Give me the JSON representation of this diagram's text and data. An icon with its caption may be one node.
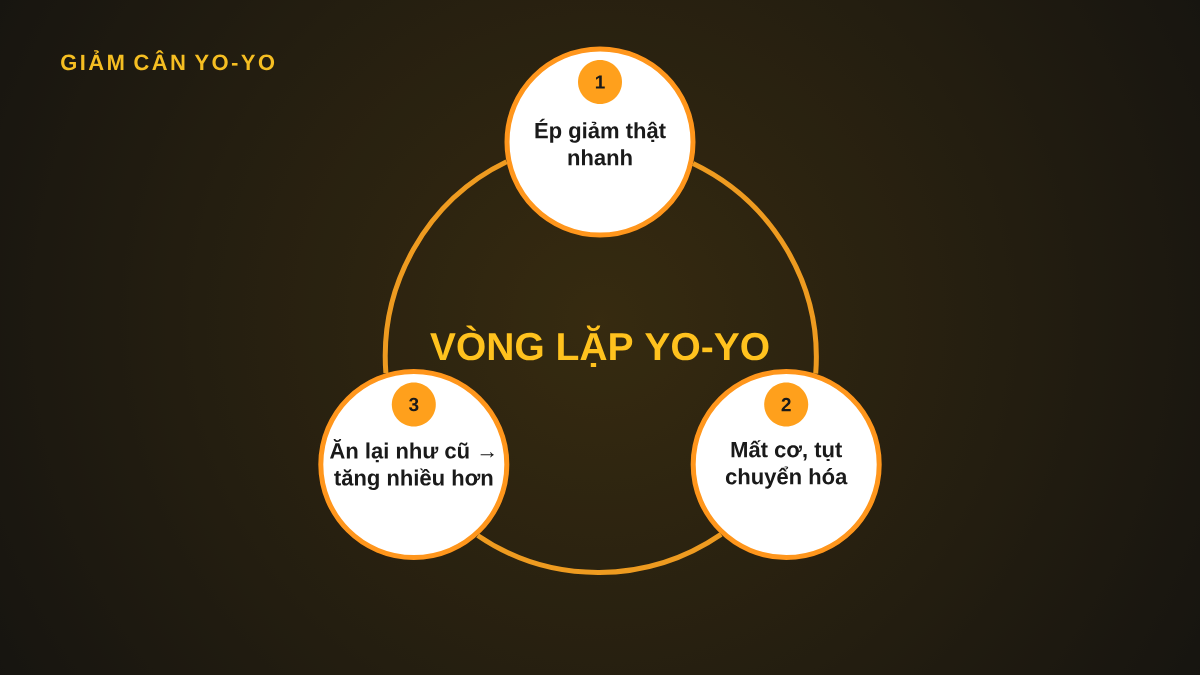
{
  "diagram": {
    "title": "GIẢM CÂN YO-YO",
    "nodes": [
      {
        "text": [
          "Ép giảm thật nhanh"
        ]
      },
      {
        "text": [
          "1"
        ],
        "in": 0
      },
      {
        "text": [
          "Mất cơ, tụt chuyển hóa"
        ]
      },
      {
        "text": [
          "2"
        ],
        "in": 2
      },
      {
        "text": [
          "Ăn lại như cũ → tăng nhiều hơn"
        ]
      },
      {
        "text": [
          "3"
        ],
        "in": 4
      }
    ],
    "edges": [
      {
        "from": 0,
        "to": 2,
        "arrow": "none"
      },
      {
        "from": 2,
        "to": 4,
        "arrow": "none"
      },
      {
        "from": 4,
        "to": 0,
        "arrow": "none"
      }
    ],
    "labels": [
      "VÒNG LẶP YO-YO"
    ]
  }
}
